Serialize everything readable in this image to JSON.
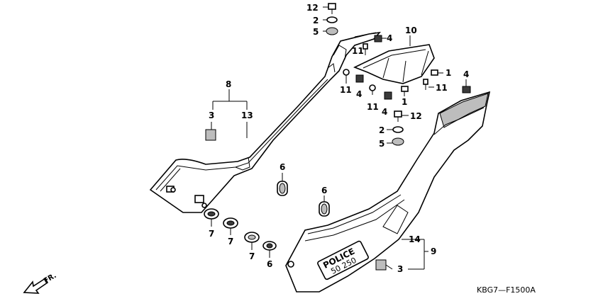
{
  "diagram": {
    "drawing_code": "KBG7—F1500A",
    "direction_label": "FR.",
    "emblem_text": {
      "line1": "POLICE",
      "line2": "50 250"
    },
    "callouts": [
      {
        "id": "c12a",
        "text": "12"
      },
      {
        "id": "c2a",
        "text": "2"
      },
      {
        "id": "c5a",
        "text": "5"
      },
      {
        "id": "c4a",
        "text": "4"
      },
      {
        "id": "c10",
        "text": "10"
      },
      {
        "id": "c11a",
        "text": "11"
      },
      {
        "id": "c1a",
        "text": "1"
      },
      {
        "id": "c4b",
        "text": "4"
      },
      {
        "id": "c11b",
        "text": "11"
      },
      {
        "id": "c11c",
        "text": "11"
      },
      {
        "id": "c4c",
        "text": "4"
      },
      {
        "id": "c11d",
        "text": "11"
      },
      {
        "id": "c4d",
        "text": "4"
      },
      {
        "id": "c1b",
        "text": "1"
      },
      {
        "id": "c12b",
        "text": "12"
      },
      {
        "id": "c2b",
        "text": "2"
      },
      {
        "id": "c5b",
        "text": "5"
      },
      {
        "id": "c8",
        "text": "8"
      },
      {
        "id": "c3a",
        "text": "3"
      },
      {
        "id": "c13",
        "text": "13"
      },
      {
        "id": "c6a",
        "text": "6"
      },
      {
        "id": "c6b",
        "text": "6"
      },
      {
        "id": "c7a",
        "text": "7"
      },
      {
        "id": "c7b",
        "text": "7"
      },
      {
        "id": "c7c",
        "text": "7"
      },
      {
        "id": "c6c",
        "text": "6"
      },
      {
        "id": "c14",
        "text": "14"
      },
      {
        "id": "c9",
        "text": "9"
      },
      {
        "id": "c3b",
        "text": "3"
      }
    ]
  }
}
